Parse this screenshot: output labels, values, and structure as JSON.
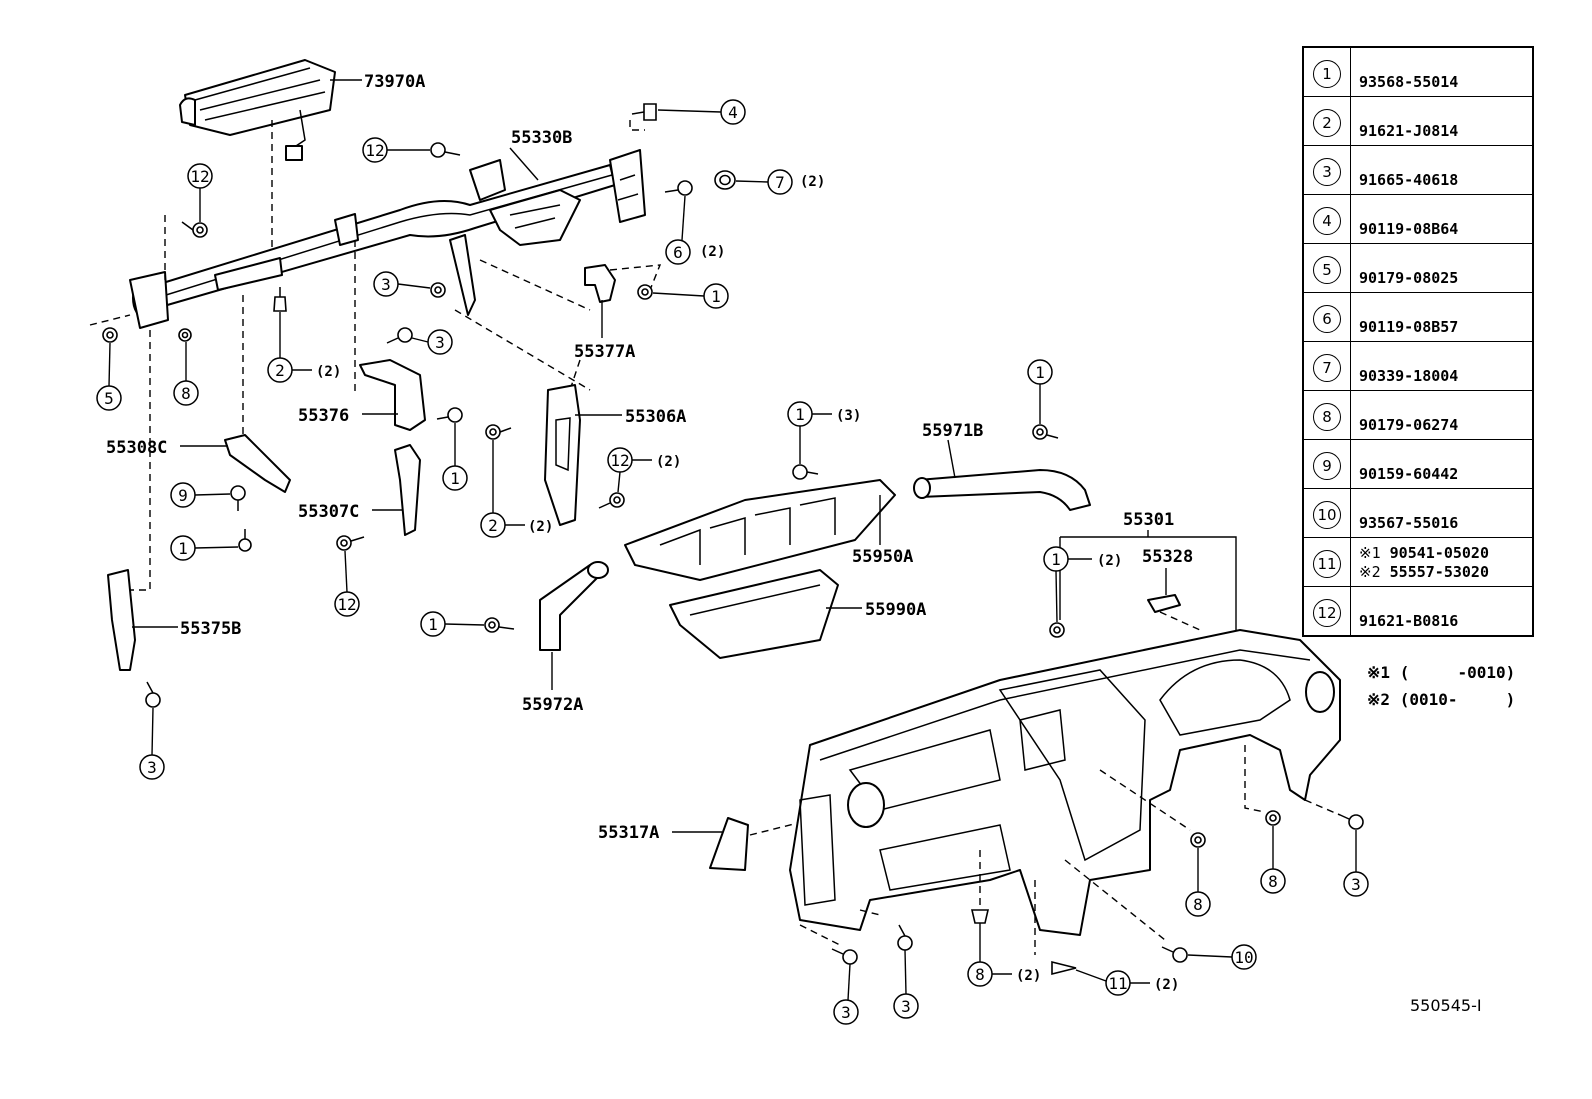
{
  "legend": [
    {
      "no": "1",
      "parts": [
        "93568-55014"
      ]
    },
    {
      "no": "2",
      "parts": [
        "91621-J0814"
      ]
    },
    {
      "no": "3",
      "parts": [
        "91665-40618"
      ]
    },
    {
      "no": "4",
      "parts": [
        "90119-08B64"
      ]
    },
    {
      "no": "5",
      "parts": [
        "90179-08025"
      ]
    },
    {
      "no": "6",
      "parts": [
        "90119-08B57"
      ]
    },
    {
      "no": "7",
      "parts": [
        "90339-18004"
      ]
    },
    {
      "no": "8",
      "parts": [
        "90179-06274"
      ]
    },
    {
      "no": "9",
      "parts": [
        "90159-60442"
      ]
    },
    {
      "no": "10",
      "parts": [
        "93567-55016"
      ]
    },
    {
      "no": "11",
      "parts": [
        "90541-05020",
        "55557-53020"
      ],
      "marks": [
        "※1",
        "※2"
      ]
    },
    {
      "no": "12",
      "parts": [
        "91621-B0816"
      ]
    }
  ],
  "notes": [
    {
      "mark": "※1",
      "text": "(     -0010)"
    },
    {
      "mark": "※2",
      "text": "(0010-     )"
    }
  ],
  "diagram_code": "550545-I",
  "part_labels": {
    "p73970A": "73970A",
    "p55330B": "55330B",
    "p55377A": "55377A",
    "p55376": "55376",
    "p55306A": "55306A",
    "p55308C": "55308C",
    "p55307C": "55307C",
    "p55375B": "55375B",
    "p55971B": "55971B",
    "p55950A": "55950A",
    "p55301": "55301",
    "p55328": "55328",
    "p55990A": "55990A",
    "p55972A": "55972A",
    "p55317A": "55317A"
  },
  "quantities": {
    "q2": "(2)",
    "q3": "(3)"
  },
  "callouts": {
    "c1": "1",
    "c2": "2",
    "c3": "3",
    "c4": "4",
    "c5": "5",
    "c6": "6",
    "c7": "7",
    "c8": "8",
    "c9": "9",
    "c10": "10",
    "c11": "11",
    "c12": "12"
  }
}
